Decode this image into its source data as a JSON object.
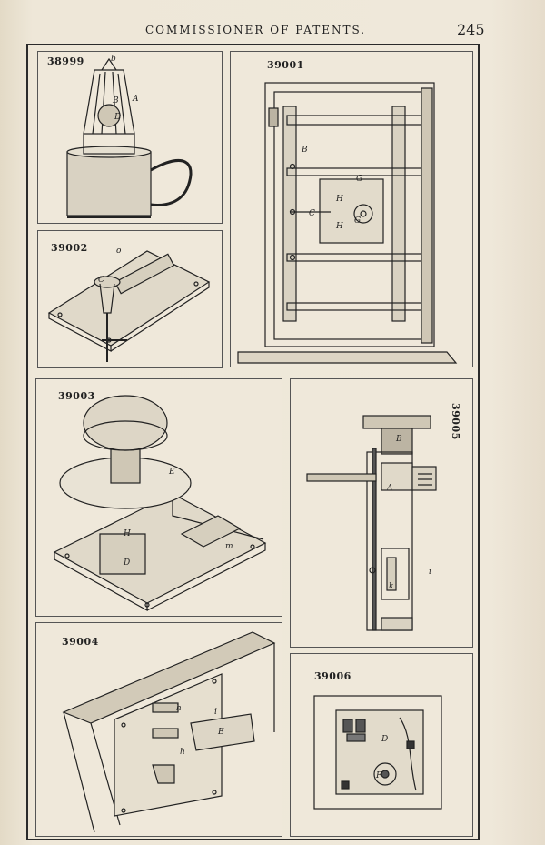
{
  "header": {
    "running_head": "COMMISSIONER OF PATENTS.",
    "page_number": "245"
  },
  "figures": {
    "f38999": {
      "number": "38999",
      "labels": [
        "b",
        "B",
        "A",
        "D"
      ]
    },
    "f39001": {
      "number": "39001",
      "labels": [
        "B",
        "G",
        "H",
        "C",
        "H",
        "G"
      ]
    },
    "f39002": {
      "number": "39002",
      "labels": [
        "o",
        "C"
      ]
    },
    "f39003": {
      "number": "39003",
      "labels": [
        "E",
        "H",
        "D",
        "m"
      ]
    },
    "f39004": {
      "number": "39004",
      "labels": [
        "h",
        "i",
        "E",
        "h"
      ]
    },
    "f39005": {
      "number": "39005",
      "labels": [
        "B",
        "A",
        "i",
        "k"
      ]
    },
    "f39006": {
      "number": "39006",
      "labels": [
        "D",
        "F"
      ]
    }
  }
}
